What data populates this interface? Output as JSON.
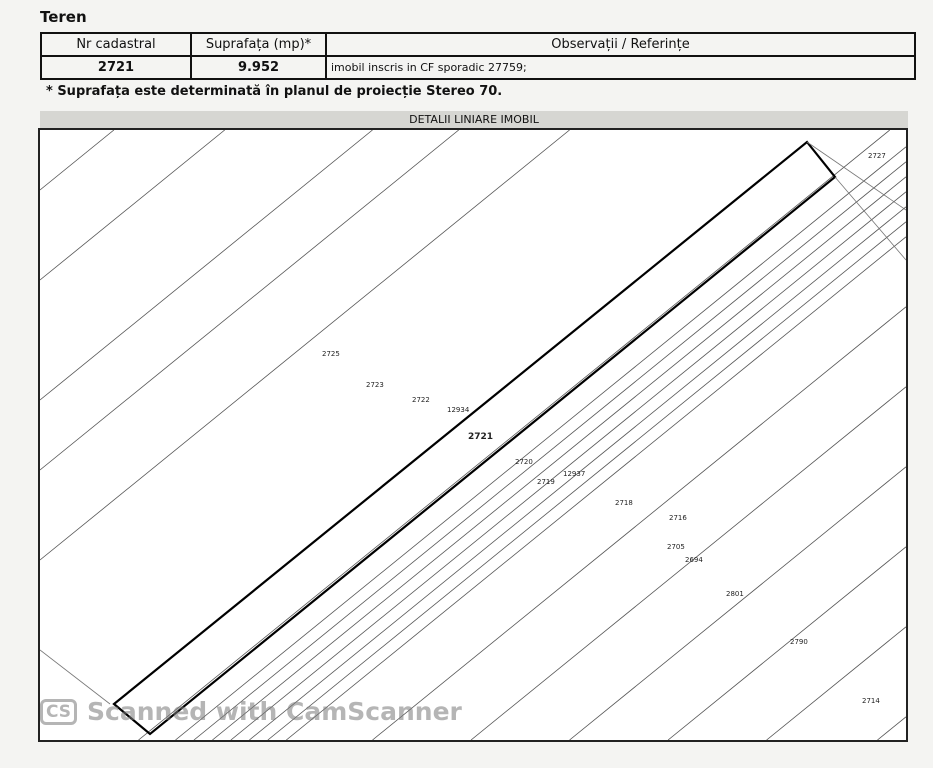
{
  "section_title": "Teren",
  "table": {
    "headers": [
      "Nr cadastral",
      "Suprafața (mp)*",
      "Observații / Referințe"
    ],
    "row": [
      "2721",
      "9.952",
      "imobil inscris in CF sporadic 27759;"
    ]
  },
  "note": "* Suprafața este determinată în planul de proiecție Stereo 70.",
  "map": {
    "title": "DETALII LINIARE IMOBIL",
    "labels": [
      "2727",
      "2725",
      "2723",
      "2722",
      "12934",
      "2721",
      "2720",
      "2719",
      "12937",
      "2718",
      "2716",
      "2705",
      "2694",
      "2801",
      "2790",
      "2714"
    ]
  },
  "watermark": {
    "badge": "CS",
    "text": "Scanned with CamScanner"
  }
}
